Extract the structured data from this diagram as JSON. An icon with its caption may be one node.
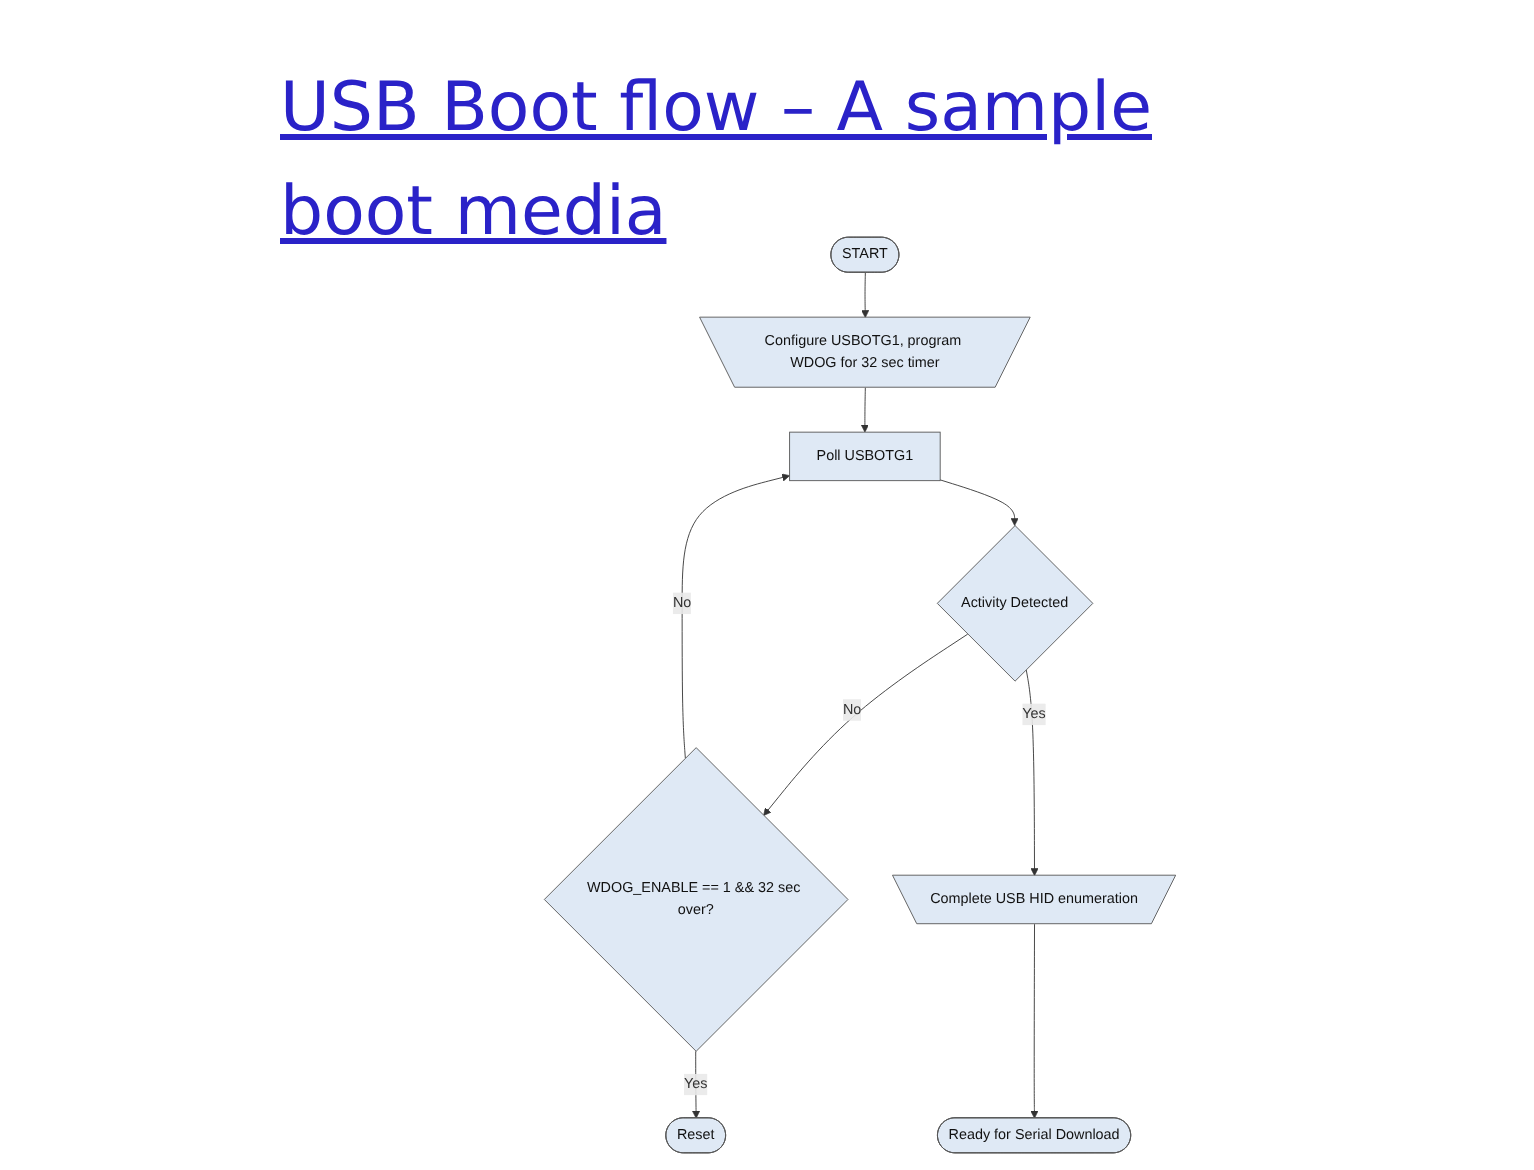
{
  "diagram": {
    "title": "USB Boot flow – A sample boot media",
    "nodes": [
      {
        "text": [
          "START"
        ]
      },
      {
        "text": [
          "Configure USBOTG1, program WDOG for 32 sec timer"
        ]
      },
      {
        "text": [
          "Poll USBOTG1"
        ]
      },
      {
        "text": [
          "Activity Detected"
        ]
      },
      {
        "text": [
          "WDOG_ENABLE == 1 && 32 sec over?"
        ]
      },
      {
        "text": [
          "Complete USB HID enumeration"
        ]
      },
      {
        "text": [
          "Ready for Serial Download"
        ]
      },
      {
        "text": [
          "Reset"
        ]
      }
    ],
    "edges": [
      {
        "from": 0,
        "to": 1,
        "arrow": "to"
      },
      {
        "from": 1,
        "to": 2,
        "arrow": "to"
      },
      {
        "from": 2,
        "to": 3,
        "arrow": "to"
      },
      {
        "from": 3,
        "to": 4,
        "arrow": "to",
        "label": "No"
      },
      {
        "from": 4,
        "to": 2,
        "arrow": "to",
        "label": "No"
      },
      {
        "from": 3,
        "to": 5,
        "arrow": "to",
        "label": "Yes"
      },
      {
        "from": 5,
        "to": 6,
        "arrow": "to"
      },
      {
        "from": 4,
        "to": 7,
        "arrow": "to",
        "label": "Yes"
      }
    ]
  }
}
